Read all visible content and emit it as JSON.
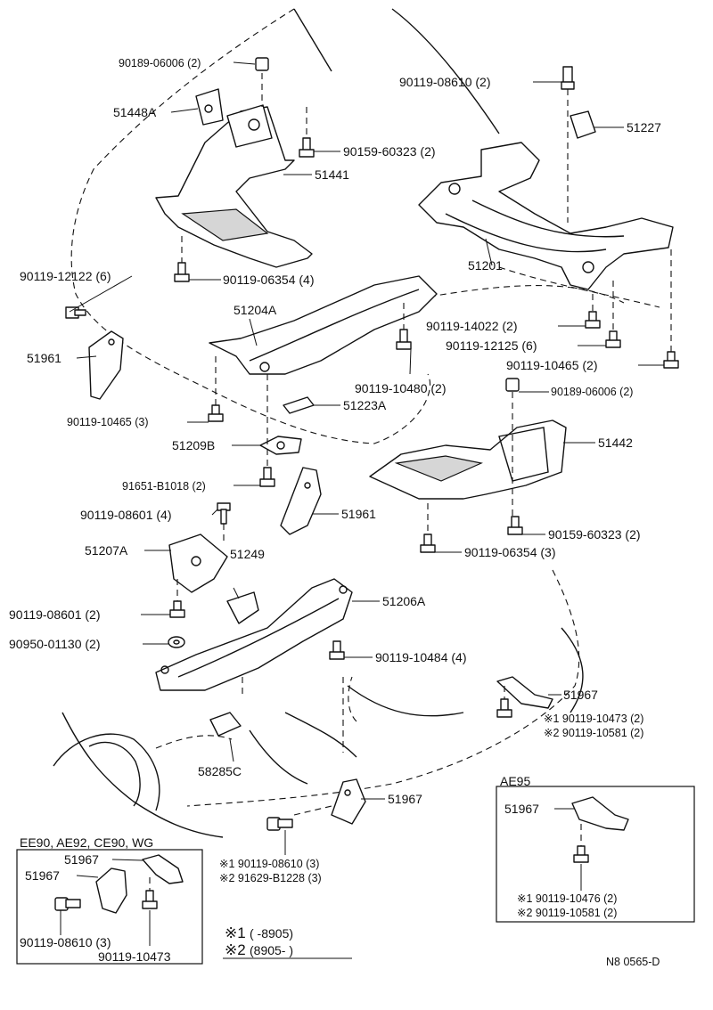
{
  "labels": {
    "p90189_06006_top": "90189-06006 (2)",
    "p51448A": "51448A",
    "p90159_60323_top": "90159-60323 (2)",
    "p51441": "51441",
    "p90119_12122": "90119-12122 (6)",
    "p90119_06354_top": "90119-06354 (4)",
    "p51204A": "51204A",
    "p51961_left": "51961",
    "p90119_10465_left": "90119-10465 (3)",
    "p51209B": "51209B",
    "p91651_B1018": "91651-B1018 (2)",
    "p90119_08601_4": "90119-08601 (4)",
    "p51207A": "51207A",
    "p51249": "51249",
    "p90119_08601_2": "90119-08601 (2)",
    "p90950_01130": "90950-01130 (2)",
    "p90119_08610_top": "90119-08610 (2)",
    "p51227": "51227",
    "p51201": "51201",
    "p90119_14022": "90119-14022 (2)",
    "p90119_12125": "90119-12125 (6)",
    "p90119_10465_right": "90119-10465 (2)",
    "p90119_10480": "90119-10480 (2)",
    "p51223A": "51223A",
    "p90189_06006_mid": "90189-06006 (2)",
    "p51442": "51442",
    "p51961_mid": "51961",
    "p90159_60323_mid": "90159-60323 (2)",
    "p90119_06354_mid": "90119-06354 (3)",
    "p51206A": "51206A",
    "p90119_10484": "90119-10484 (4)",
    "p51967_right": "51967",
    "p90119_10473_s1": "※1 90119-10473 (2)",
    "p90119_10581_s2": "※2 90119-10581  (2)",
    "p58285C": "58285C",
    "p51967_bottom": "51967",
    "p90119_08610_s1": "※1 90119-08610 (3)",
    "p91629_B1228_s2": "※2 91629-B1228 (3)"
  },
  "ae95_box": {
    "title": "AE95",
    "part": "51967",
    "s1": "※1  90119-10476 (2)",
    "s2": "※2  90119-10581 (2)"
  },
  "ee90_box": {
    "title": "EE90, AE92, CE90,  WG",
    "part_a": "51967",
    "part_b": "51967",
    "bolt_a": "90119-08610 (3)",
    "bolt_b": "90119-10473"
  },
  "legend": {
    "s1_mark": "※1",
    "s1_range": "(        -8905)",
    "s2_mark": "※2",
    "s2_range": "(8905-         )"
  },
  "drawing_code": "N8 0565-D"
}
